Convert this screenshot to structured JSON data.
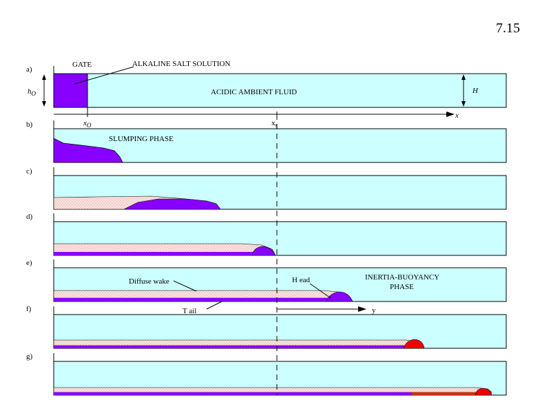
{
  "figure_number": "7.15",
  "panel_labels": [
    "a)",
    "b)",
    "c)",
    "d)",
    "e)",
    "f)",
    "g)"
  ],
  "labels": {
    "gate": "GATE",
    "alkaline_salt_solution": "ALKALINE SALT SOLUTION",
    "acidic_ambient_fluid": "ACIDIC AMBIENT FLUID",
    "h0_main": "h",
    "h0_sub": "O",
    "H": "H",
    "x_axis": "x",
    "x0_main": "x",
    "x0_sub": "O",
    "xs_main": "x",
    "xs_sub": "s",
    "slumping_phase": "SLUMPING PHASE",
    "diffuse_wake": "Diffuse wake",
    "head": "H ead",
    "inertia_buoyancy_line1": "INERTIA-BUOYANCY",
    "inertia_buoyancy_line2": "PHASE",
    "tail": "T ail",
    "y_axis": "y"
  },
  "colors": {
    "ambient_fluid": "#ccffff",
    "alkaline_fluid": "#8800ff",
    "diffuse_wake": "#ffe4e1",
    "neutralized_head": "#ee0000",
    "neutralized_tail": "#cc3300",
    "outline": "#000000"
  }
}
